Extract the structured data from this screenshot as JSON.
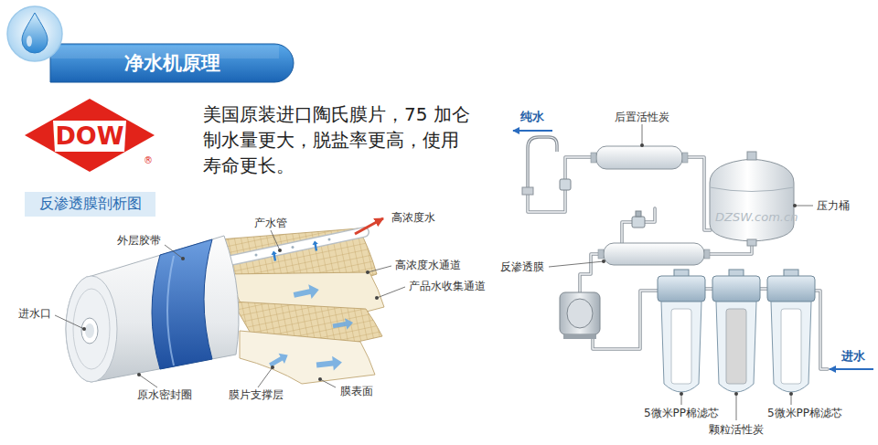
{
  "diagram": {
    "title": "净水机原理",
    "nodes": [
      {
        "text": [
          "反渗透膜剖析图"
        ]
      }
    ],
    "labels": [
      "DOW",
      "®",
      "美国原装进口陶氏膜片，75 加仑 制水量更大，脱盐率更高，使用 寿命更长。",
      "外层胶带",
      "产水管",
      "高浓度水",
      "高浓度水通道",
      "产品水收集通道",
      "进水口",
      "膜片支撑层",
      "原水密封圈",
      "膜表面",
      "纯水",
      "后置活性炭",
      "压力桶",
      "DZSW.com.cn",
      "反渗透膜",
      "进水",
      "5微米PP棉滤芯",
      "颗粒活性炭",
      "5微米PP棉滤芯"
    ]
  }
}
